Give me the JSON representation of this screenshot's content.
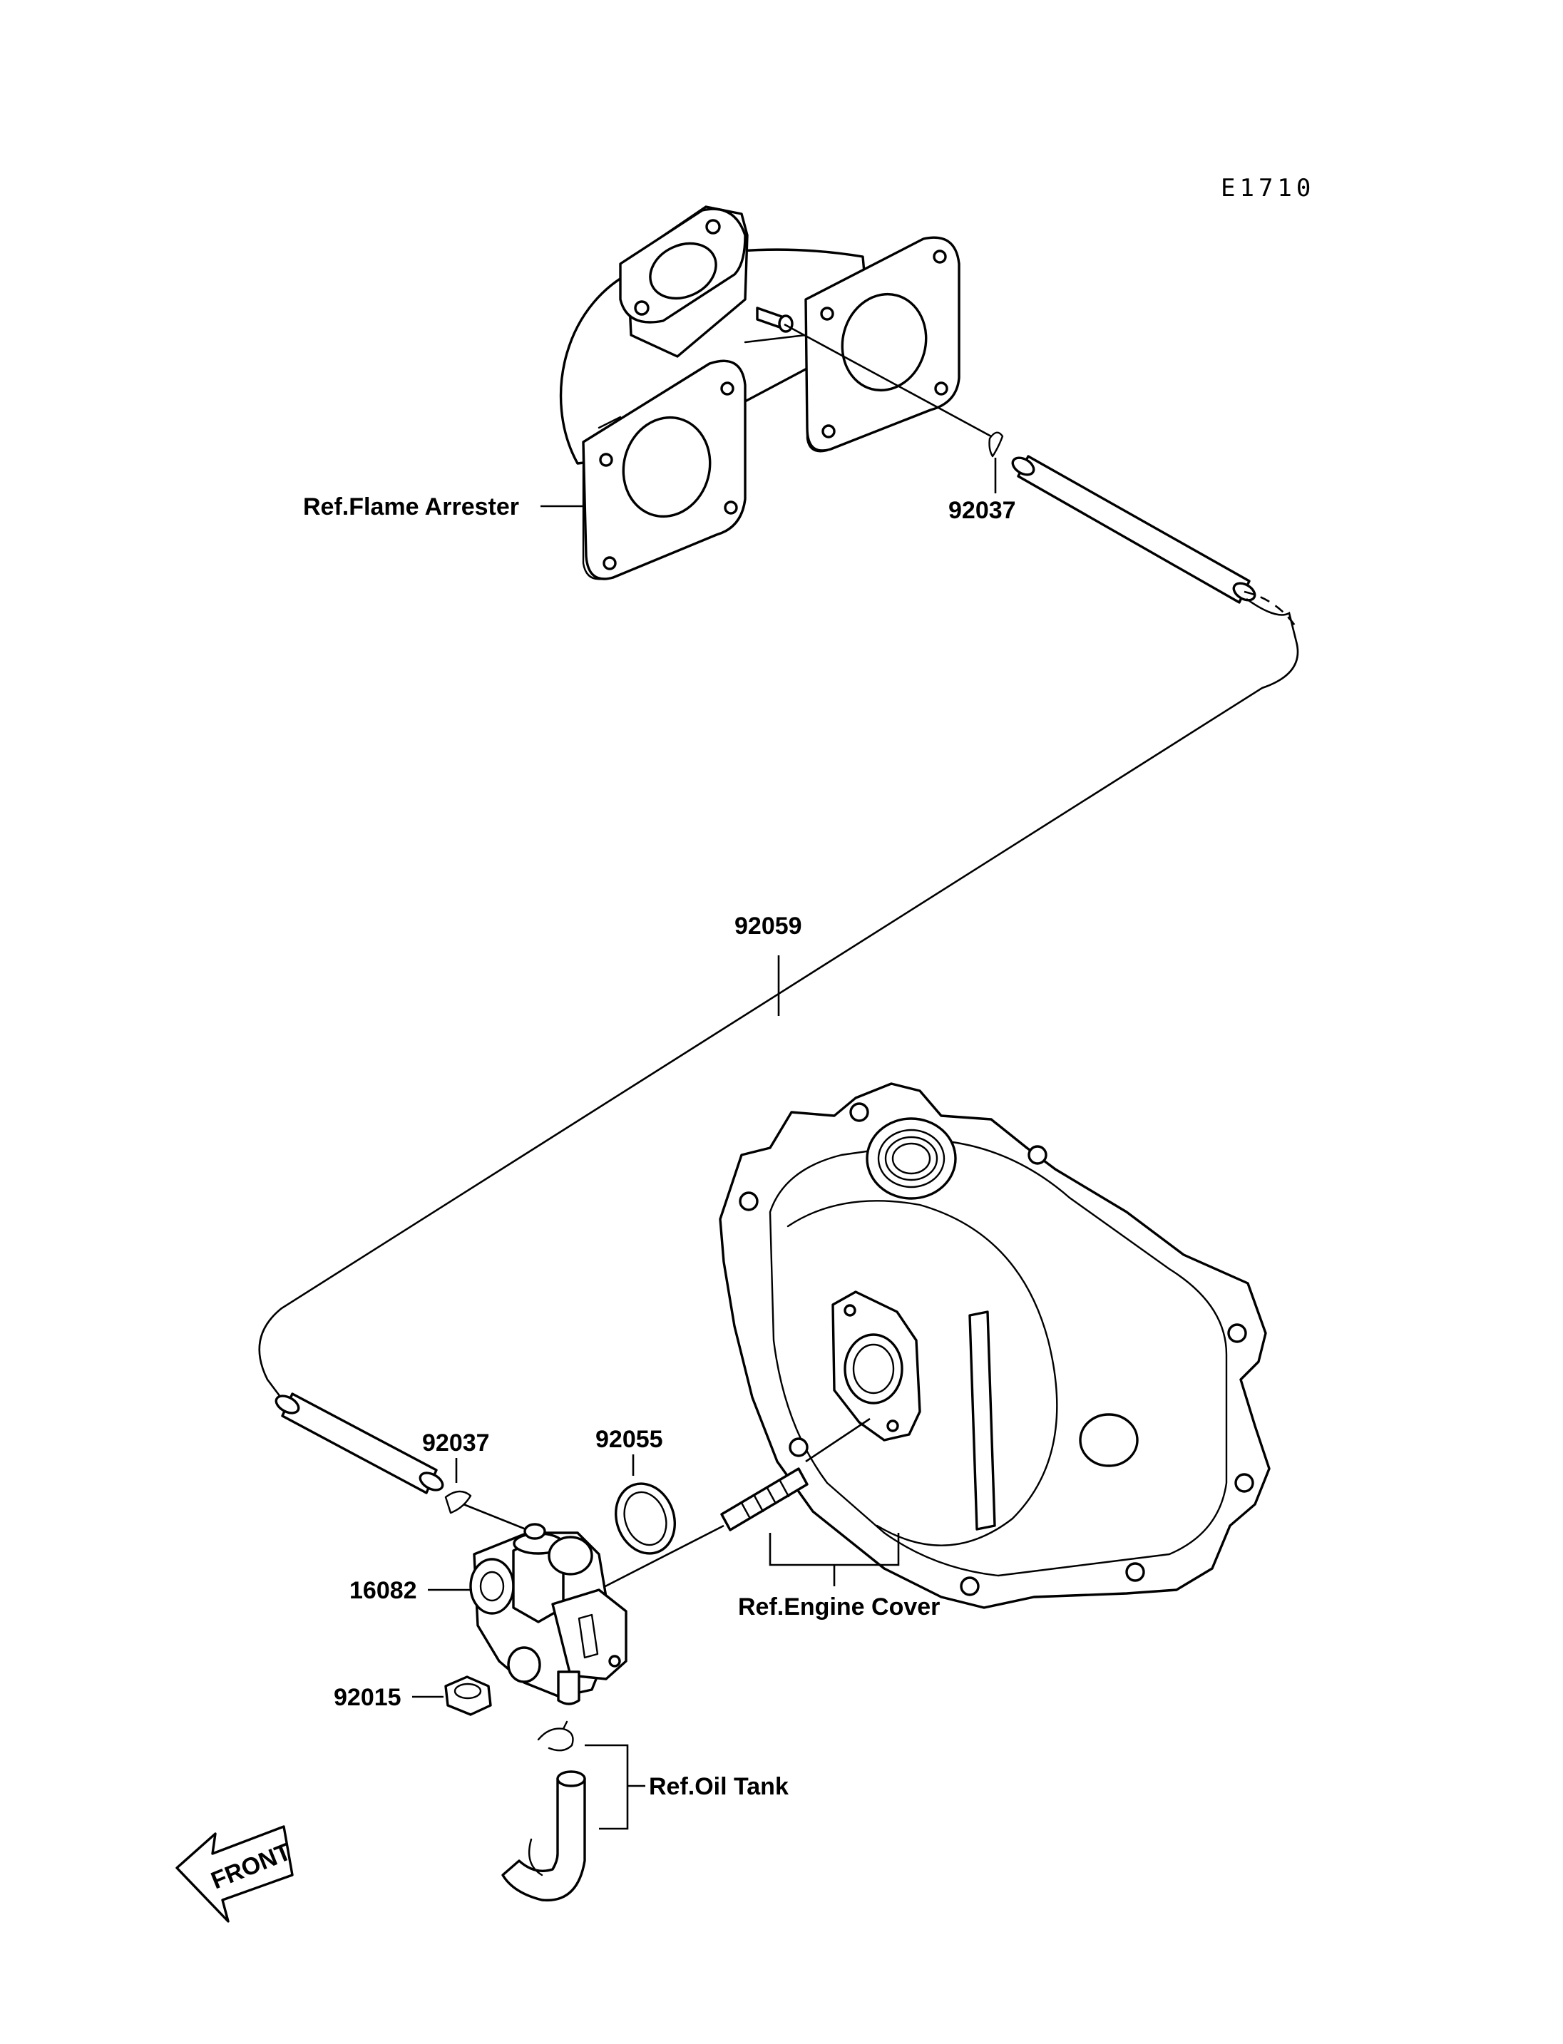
{
  "diagram_code": "E1710",
  "labels": {
    "flame_arrester": "Ref.Flame Arrester",
    "clamp_upper": "92037",
    "hose": "92059",
    "clamp_lower": "92037",
    "oil_seal": "92055",
    "pump": "16082",
    "plug": "92015",
    "engine_cover": "Ref.Engine Cover",
    "oil_tank": "Ref.Oil Tank",
    "front_arrow": "FRONT"
  }
}
